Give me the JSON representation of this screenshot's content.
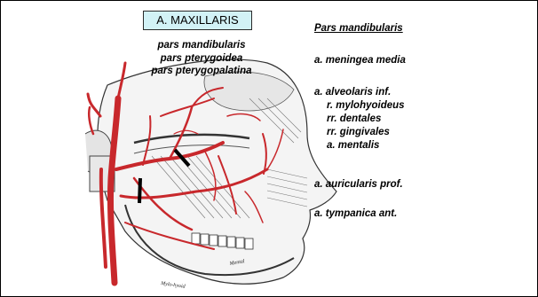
{
  "title": "A. MAXILLARIS",
  "parts": [
    "pars mandibularis",
    "pars pterygoidea",
    "pars pterygopalatina"
  ],
  "right": {
    "heading": "Pars mandibularis",
    "items": [
      "a. meningea media",
      "a. alveolaris inf.",
      "r. mylohyoideus",
      "rr. dentales",
      "rr. gingivales",
      "a. mentalis",
      "a. auricularis prof.",
      "a. tympanica ant."
    ]
  },
  "figure_labels": [
    "Mental",
    "Mylo-hyoid"
  ],
  "colors": {
    "title_bg": "#d2f2f6",
    "artery": "#c8282c"
  }
}
